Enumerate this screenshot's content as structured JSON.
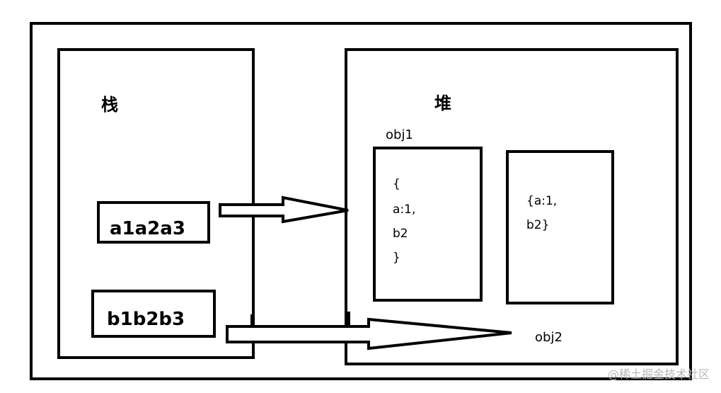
{
  "stack": {
    "title": "栈",
    "var_a": "a1a2a3",
    "var_b": "b1b2b3"
  },
  "heap": {
    "title": "堆",
    "obj1_label": "obj1",
    "obj1_lines": [
      "{",
      "a:1,",
      "b2",
      "}"
    ],
    "obj2_lines": [
      "{a:1,",
      "b2}"
    ],
    "obj2_label": "obj2"
  },
  "watermark": "@稀土掘金技术社区"
}
